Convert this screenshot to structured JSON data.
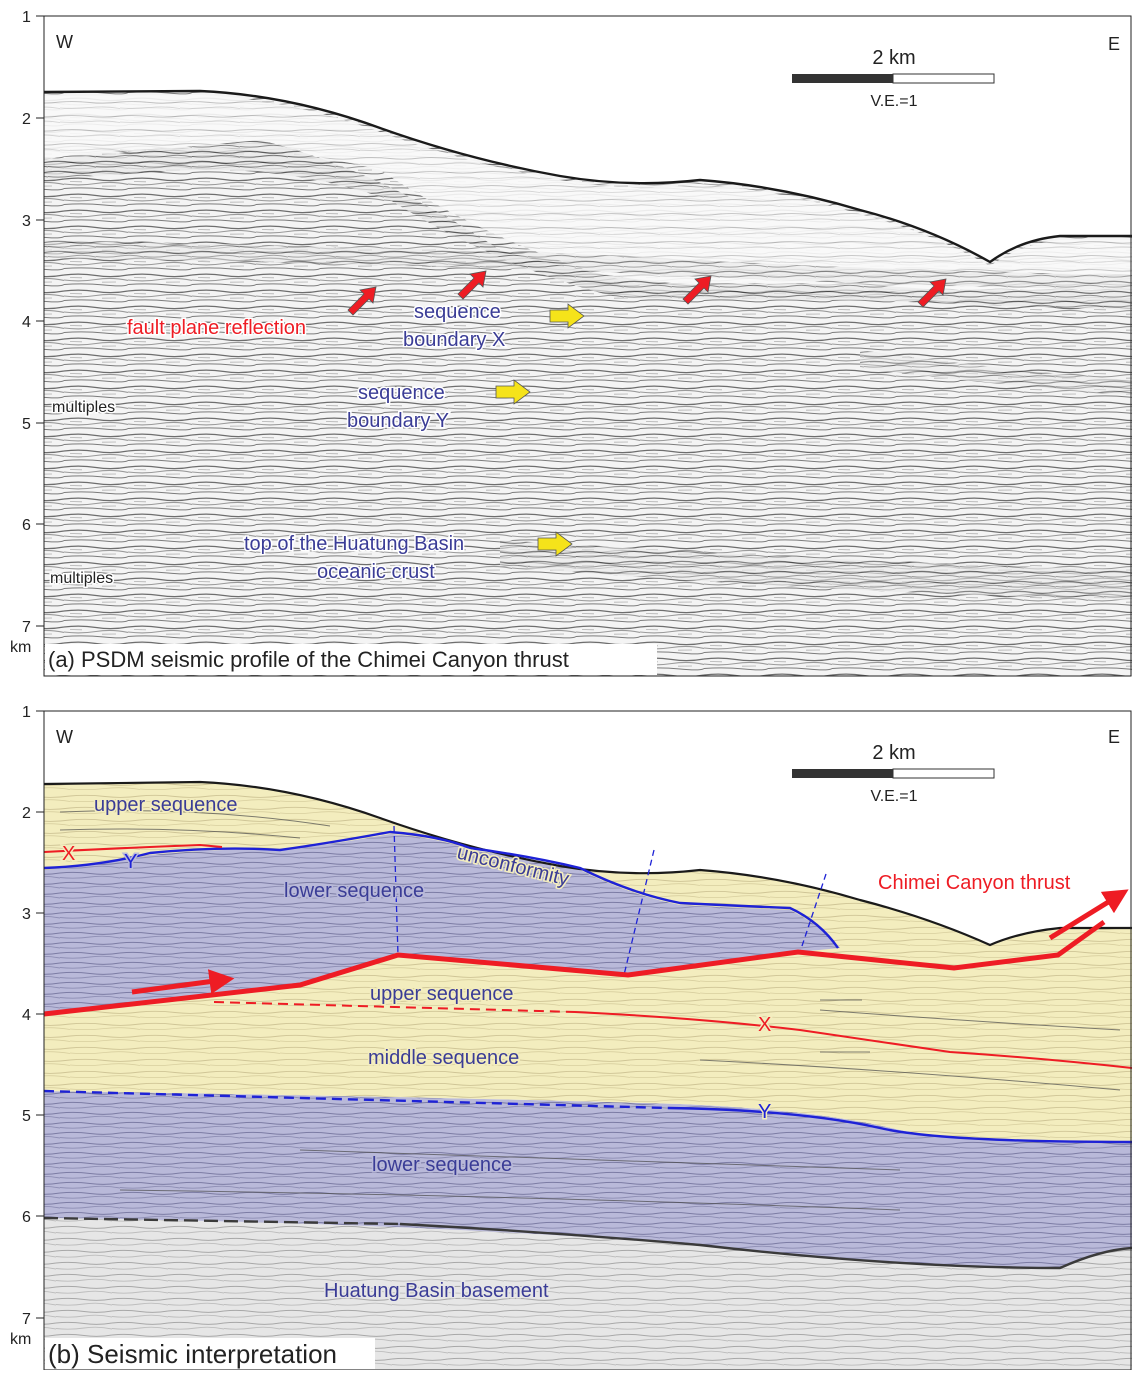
{
  "panel_a": {
    "caption": "(a) PSDM seismic profile of the Chimei Canyon thrust",
    "west": "W",
    "east": "E",
    "depth_unit": "km",
    "depth_ticks": [
      "1",
      "2",
      "3",
      "4",
      "5",
      "6",
      "7"
    ],
    "scale_label": "2 km",
    "ve_label": "V.E.=1",
    "labels": {
      "fault_plane": "fault plane reflection",
      "seq_x_1": "sequence",
      "seq_x_2": "boundary X",
      "seq_y_1": "sequence",
      "seq_y_2": "boundary Y",
      "top_1": "top of the Huatung Basin",
      "top_2": "oceanic crust",
      "multiples_1": "multiples",
      "multiples_2": "multiples"
    }
  },
  "panel_b": {
    "caption": "(b) Seismic interpretation",
    "west": "W",
    "east": "E",
    "depth_unit": "km",
    "depth_ticks": [
      "1",
      "2",
      "3",
      "4",
      "5",
      "6",
      "7"
    ],
    "scale_label": "2 km",
    "ve_label": "V.E.=1",
    "labels": {
      "upper_seq_top": "upper sequence",
      "lower_seq_top": "lower sequence",
      "unconformity": "unconformity",
      "thrust": "Chimei Canyon thrust",
      "upper_seq_mid": "upper  sequence",
      "middle_seq": "middle  sequence",
      "lower_seq_bottom": "lower sequence",
      "basement": "Huatung Basin basement",
      "x_upper": "X",
      "y_upper": "Y",
      "x_lower": "X",
      "y_lower": "Y"
    }
  },
  "colors": {
    "fault": "#ee1c24",
    "boundary": "#1e22d6",
    "label_blue": "#3a3c96",
    "yellow_fill": "#f3edbe",
    "purple_fill": "#b9b9d9",
    "arrow_yellow": "#f5e31a"
  }
}
